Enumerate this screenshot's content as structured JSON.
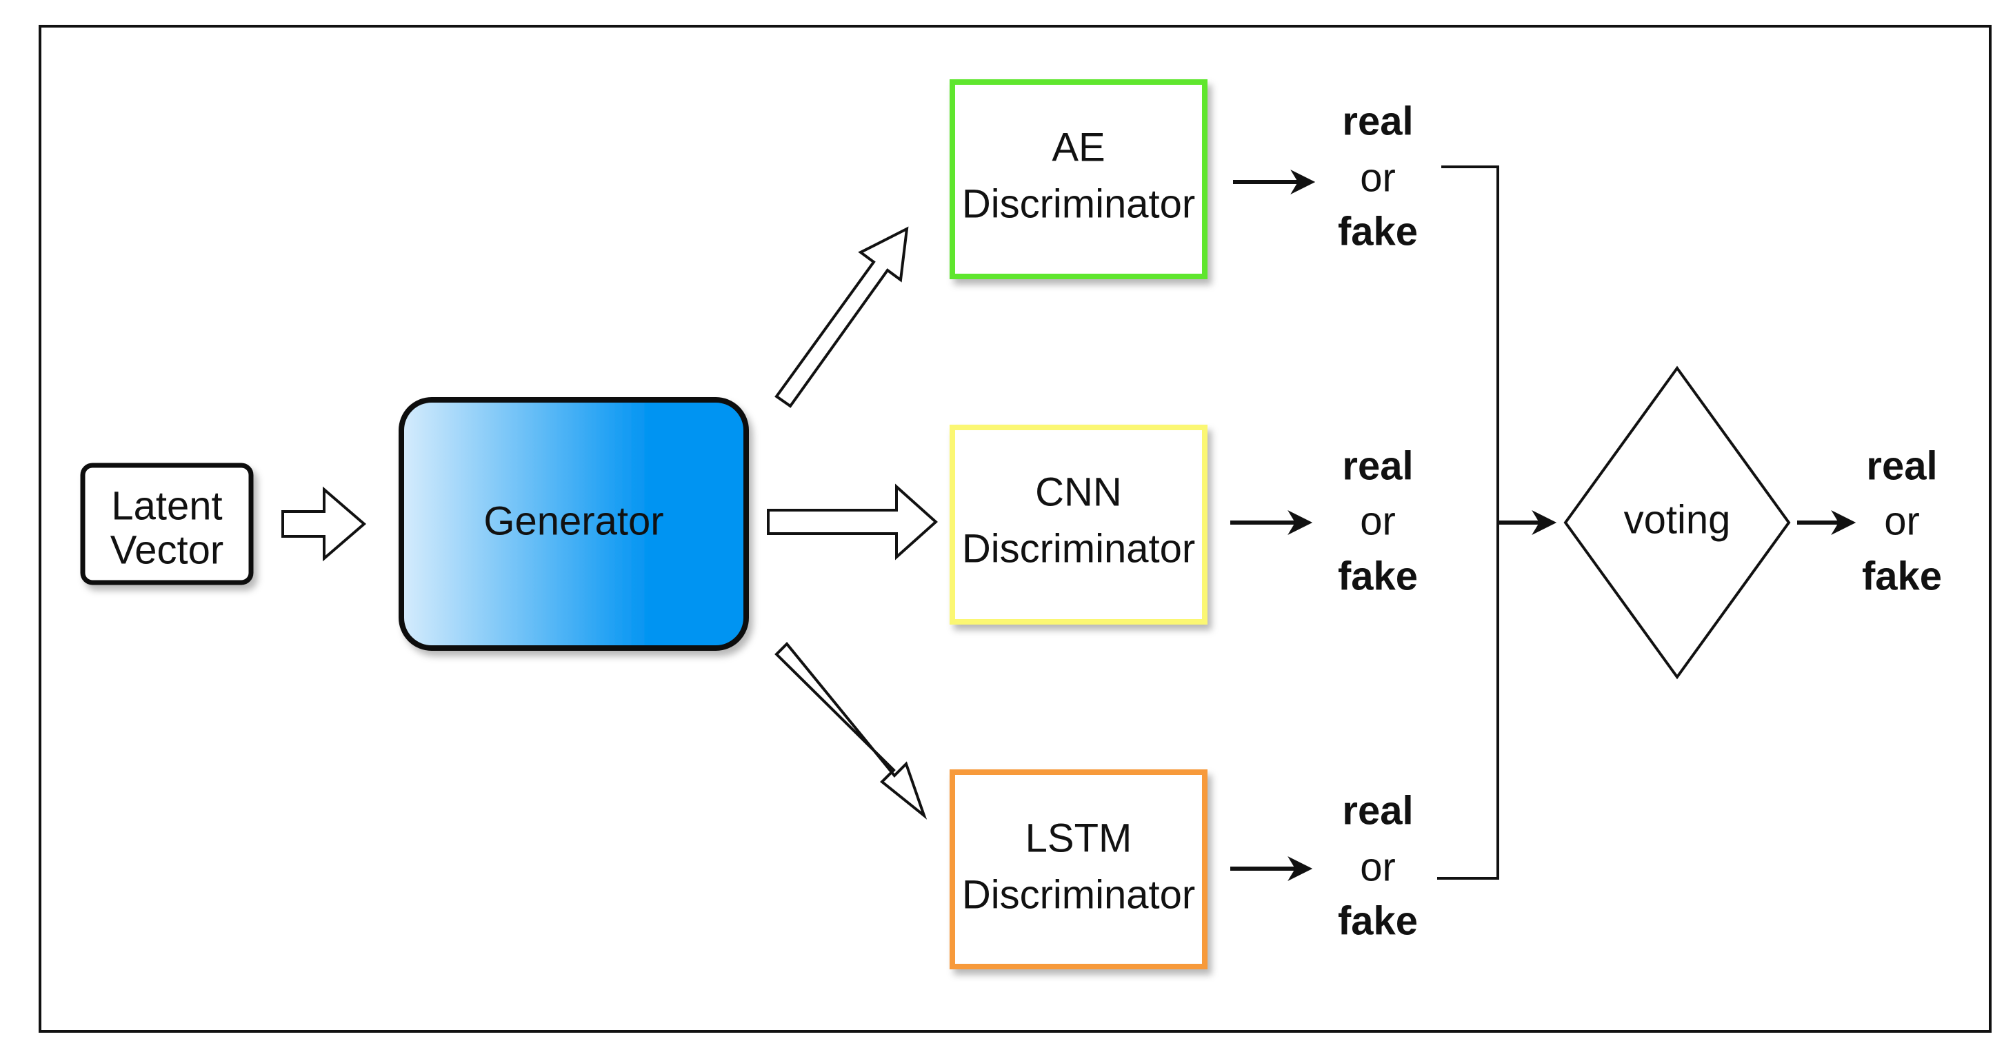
{
  "latent": {
    "line1": "Latent",
    "line2": "Vector"
  },
  "generator": {
    "label": "Generator"
  },
  "discriminators": [
    {
      "line1": "AE",
      "line2": "Discriminator",
      "border_color": "#5ee62e"
    },
    {
      "line1": "CNN",
      "line2": "Discriminator",
      "border_color": "#fbf773"
    },
    {
      "line1": "LSTM",
      "line2": "Discriminator",
      "border_color": "#f79a3a"
    }
  ],
  "outputs": [
    {
      "top": "real",
      "mid": "or",
      "bottom": "fake"
    },
    {
      "top": "real",
      "mid": "or",
      "bottom": "fake"
    },
    {
      "top": "real",
      "mid": "or",
      "bottom": "fake"
    }
  ],
  "voting": {
    "label": "voting"
  },
  "final_output": {
    "top": "real",
    "mid": "or",
    "bottom": "fake"
  },
  "colors": {
    "generator_gradient_start": "#d6ecfc",
    "generator_gradient_end": "#0294f2",
    "stroke": "#111111"
  }
}
